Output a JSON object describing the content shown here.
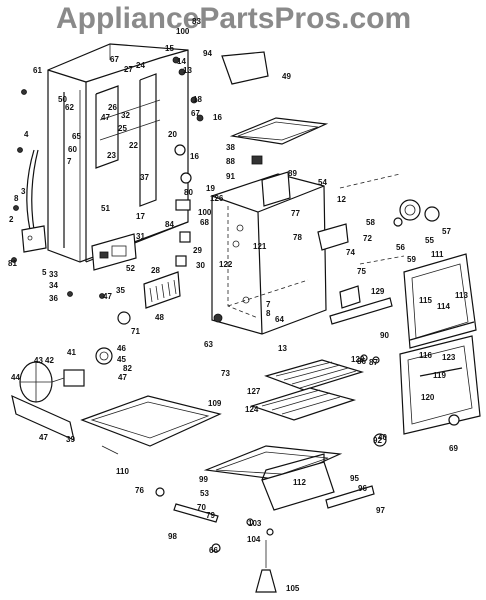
{
  "watermark": "AppliancePartsPros.com",
  "part_labels": [
    {
      "id": "83"
    },
    {
      "id": "100"
    },
    {
      "id": "15"
    },
    {
      "id": "94"
    },
    {
      "id": "49"
    },
    {
      "id": "14"
    },
    {
      "id": "13"
    },
    {
      "id": "18"
    },
    {
      "id": "67"
    },
    {
      "id": "16"
    },
    {
      "id": "61"
    },
    {
      "id": "67"
    },
    {
      "id": "27"
    },
    {
      "id": "24"
    },
    {
      "id": "50"
    },
    {
      "id": "62"
    },
    {
      "id": "26"
    },
    {
      "id": "47"
    },
    {
      "id": "32"
    },
    {
      "id": "65"
    },
    {
      "id": "25"
    },
    {
      "id": "60"
    },
    {
      "id": "4"
    },
    {
      "id": "22"
    },
    {
      "id": "20"
    },
    {
      "id": "7"
    },
    {
      "id": "23"
    },
    {
      "id": "38"
    },
    {
      "id": "88"
    },
    {
      "id": "16"
    },
    {
      "id": "91"
    },
    {
      "id": "89"
    },
    {
      "id": "37"
    },
    {
      "id": "19"
    },
    {
      "id": "54"
    },
    {
      "id": "80"
    },
    {
      "id": "126"
    },
    {
      "id": "100"
    },
    {
      "id": "68"
    },
    {
      "id": "12"
    },
    {
      "id": "3"
    },
    {
      "id": "8"
    },
    {
      "id": "51"
    },
    {
      "id": "17"
    },
    {
      "id": "31"
    },
    {
      "id": "84"
    },
    {
      "id": "77"
    },
    {
      "id": "58"
    },
    {
      "id": "55"
    },
    {
      "id": "57"
    },
    {
      "id": "78"
    },
    {
      "id": "72"
    },
    {
      "id": "56"
    },
    {
      "id": "121"
    },
    {
      "id": "2"
    },
    {
      "id": "74"
    },
    {
      "id": "29"
    },
    {
      "id": "59"
    },
    {
      "id": "111"
    },
    {
      "id": "81"
    },
    {
      "id": "5"
    },
    {
      "id": "34"
    },
    {
      "id": "36"
    },
    {
      "id": "33"
    },
    {
      "id": "47"
    },
    {
      "id": "35"
    },
    {
      "id": "52"
    },
    {
      "id": "28"
    },
    {
      "id": "30"
    },
    {
      "id": "122"
    },
    {
      "id": "75"
    },
    {
      "id": "48"
    },
    {
      "id": "129"
    },
    {
      "id": "71"
    },
    {
      "id": "7"
    },
    {
      "id": "8"
    },
    {
      "id": "64"
    },
    {
      "id": "115"
    },
    {
      "id": "113"
    },
    {
      "id": "114"
    },
    {
      "id": "63"
    },
    {
      "id": "90"
    },
    {
      "id": "116"
    },
    {
      "id": "123"
    },
    {
      "id": "41"
    },
    {
      "id": "46"
    },
    {
      "id": "43"
    },
    {
      "id": "42"
    },
    {
      "id": "45"
    },
    {
      "id": "82"
    },
    {
      "id": "47"
    },
    {
      "id": "44"
    },
    {
      "id": "13"
    },
    {
      "id": "128"
    },
    {
      "id": "86"
    },
    {
      "id": "87"
    },
    {
      "id": "73"
    },
    {
      "id": "127"
    },
    {
      "id": "119"
    },
    {
      "id": "109"
    },
    {
      "id": "124"
    },
    {
      "id": "120"
    },
    {
      "id": "47"
    },
    {
      "id": "39"
    },
    {
      "id": "40"
    },
    {
      "id": "69"
    },
    {
      "id": "92"
    },
    {
      "id": "110"
    },
    {
      "id": "99"
    },
    {
      "id": "95"
    },
    {
      "id": "112"
    },
    {
      "id": "96"
    },
    {
      "id": "76"
    },
    {
      "id": "53"
    },
    {
      "id": "70"
    },
    {
      "id": "97"
    },
    {
      "id": "79"
    },
    {
      "id": "103"
    },
    {
      "id": "98"
    },
    {
      "id": "104"
    },
    {
      "id": "66"
    },
    {
      "id": "105"
    }
  ]
}
